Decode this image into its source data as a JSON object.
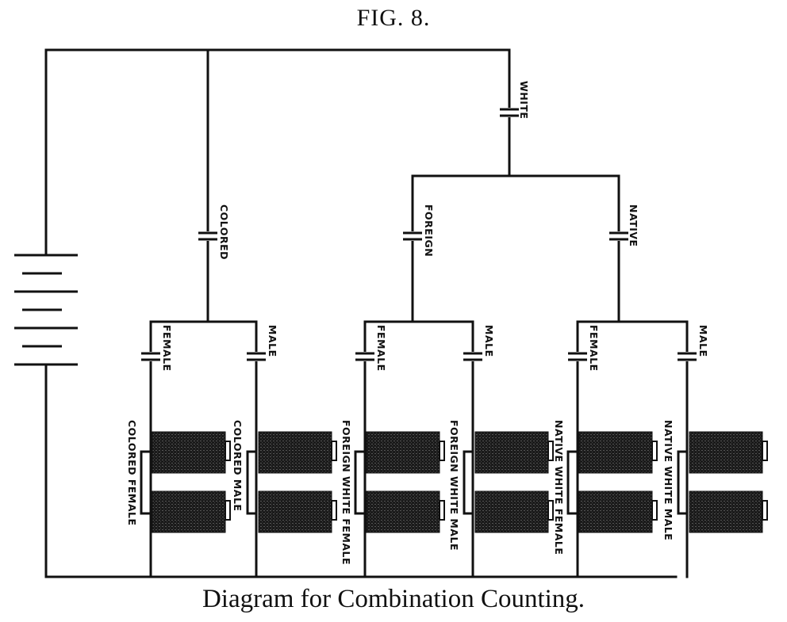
{
  "figure": {
    "title": "FIG. 8.",
    "caption": "Diagram for Combination Counting."
  },
  "switches": {
    "white": "WHITE",
    "colored": "COLORED",
    "foreign": "FOREIGN",
    "native": "NATIVE",
    "colored_female": "FEMALE",
    "colored_male": "MALE",
    "foreign_female": "FEMALE",
    "foreign_male": "MALE",
    "native_female": "FEMALE",
    "native_male": "MALE"
  },
  "counters": {
    "colored_female": "COLORED FEMALE",
    "colored_male": "COLORED MALE",
    "foreign_white_female": "FOREIGN WHITE FEMALE",
    "foreign_white_male": "FOREIGN WHITE MALE",
    "native_white_female": "NATIVE WHITE FEMALE",
    "native_white_male": "NATIVE WHITE MALE"
  }
}
